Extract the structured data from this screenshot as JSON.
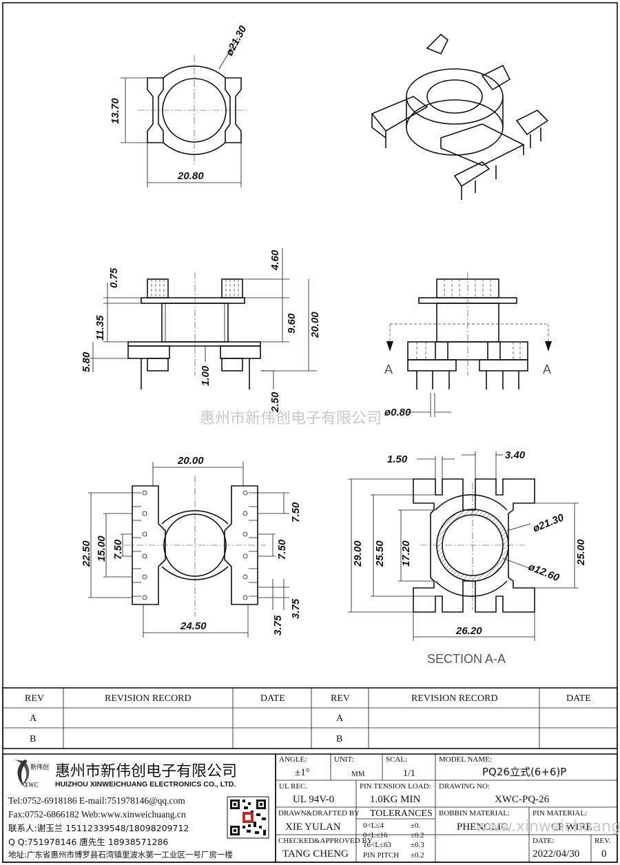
{
  "dimensions": {
    "top_view": {
      "diameter": "ø21.30",
      "height": "13.70",
      "width": "20.80"
    },
    "front_view": {
      "d1": "0.75",
      "d2": "4.60",
      "d3": "11.35",
      "d4": "9.60",
      "d5": "20.00",
      "d6": "5.80",
      "d7": "1.00",
      "d8": "2.50"
    },
    "side_view": {
      "pin_dia": "ø0.80",
      "section_left": "A",
      "section_right": "A"
    },
    "bottom_view": {
      "w1": "20.00",
      "w2": "24.50",
      "h1": "22.50",
      "h2": "15.00",
      "h3": "7.50",
      "r1": "7.50",
      "r2": "7.50",
      "r3": "3.75",
      "r4": "3.75"
    },
    "section_view": {
      "p1": "1.50",
      "p2": "3.40",
      "h1": "29.00",
      "h2": "25.50",
      "h3": "17.20",
      "d_outer": "ø21.30",
      "d_inner": "ø12.60",
      "h4": "25.00",
      "w1": "26.20"
    }
  },
  "section_title": "SECTION A-A",
  "watermark": "惠州市新伟创电子有限公司",
  "revision_table": {
    "headers": [
      "REV",
      "REVISION RECORD",
      "DATE",
      "REV",
      "REVISION RECORD",
      "DATE"
    ],
    "rows": [
      [
        "A",
        "",
        "",
        "A",
        "",
        ""
      ],
      [
        "B",
        "",
        "",
        "B",
        "",
        ""
      ]
    ]
  },
  "company": {
    "logo_text": "新伟创",
    "logo_sub": "XWC",
    "name_cn": "惠州市新伟创电子有限公司",
    "name_en": "HUIZHOU XINWEICHUANG ELECTRONICS CO., LTD.",
    "contact": [
      "Tel:0752-6918186 E-mail:751978146@qq.com",
      "Fax:0752-6866182 Web:www.xinweichuang.cn",
      "联系人:谢玉兰 15112339548/18098209712",
      "Q Q:751978146    唐先生 18938571286",
      "地址:广东省惠州市博罗县石湾镇里波水第一工业区一号厂房一楼"
    ]
  },
  "title_block": {
    "angle_label": "ANGLE:",
    "angle_value": "±1°",
    "unit_label": "UNIT:",
    "unit_value": "MM",
    "scale_label": "SCAL:",
    "scale_value": "1/1",
    "model_label": "MODEL NAME:",
    "model_value": "PQ26立式(6+6)P",
    "ul_label": "UL REC.",
    "ul_value": "UL 94V-0",
    "pin_tension_label": "PIN TENSION LOAD:",
    "pin_tension_value": "1.0KG MIN",
    "drawing_no_label": "DRAWING NO:",
    "drawing_no_value": "XWC-PQ-26",
    "drawn_label": "DRAWN&DRAFTED BY",
    "drawn_value": "XIE YULAN",
    "tolerances_label": "TOLERANCES",
    "tolerances": [
      {
        "range": "0<L≤4",
        "value": "±0."
      },
      {
        "range": "0<L≤16",
        "value": "±0.2"
      },
      {
        "range": "16<L≤63",
        "value": "±0.3"
      },
      {
        "range": "PIN PITCH",
        "value": "±0.2"
      }
    ],
    "bobbin_label": "BOBBIN MATERIAL:",
    "bobbin_value": "PHENOLIC",
    "pin_material_label": "PIN MATERIAL:",
    "pin_material_value": "CP WIRE",
    "checked_label": "CHECKED&APPROVED BY",
    "checked_value": "TANG CHENG",
    "date_label": "DATE:",
    "date_value": "2022/04/30",
    "rev_label": "REV.",
    "rev_value": "0",
    "watermark_url": "www.xinweichuang.cn"
  }
}
